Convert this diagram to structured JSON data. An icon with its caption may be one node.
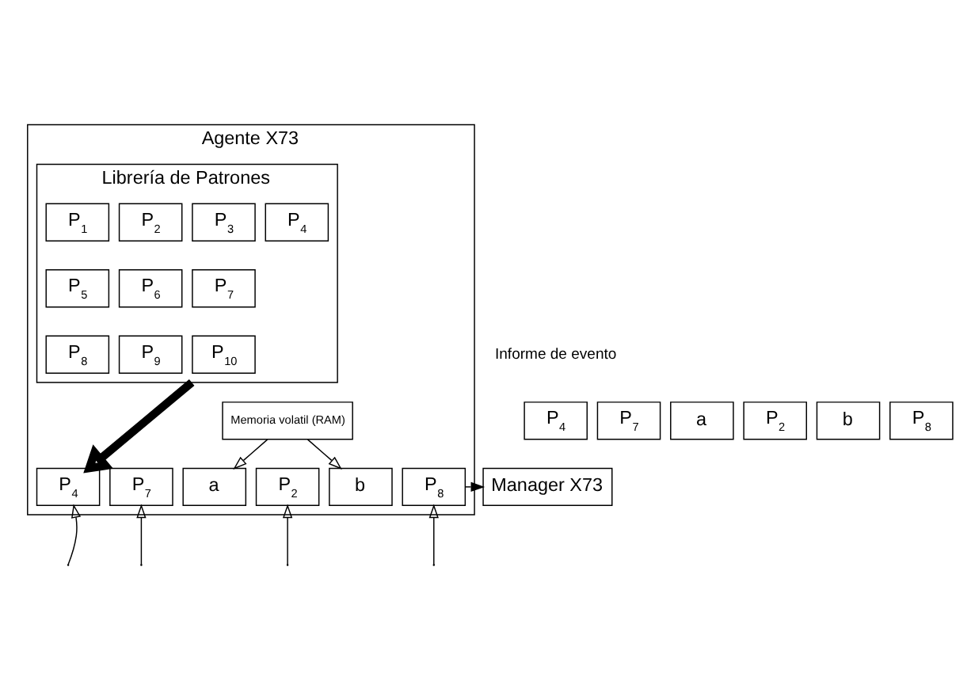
{
  "diagram": {
    "nodes": [
      {
        "text": [
          "Agente X73"
        ]
      },
      {
        "text": [
          "Librería de Patrones"
        ],
        "in": 0
      },
      {
        "text": [
          "P$_{1}$"
        ],
        "in": 1
      },
      {
        "text": [
          "P$_{2}$"
        ],
        "in": 1
      },
      {
        "text": [
          "P$_{3}$"
        ],
        "in": 1
      },
      {
        "text": [
          "P$_{4}$"
        ],
        "in": 1
      },
      {
        "text": [
          "P$_{5}$"
        ],
        "in": 1
      },
      {
        "text": [
          "P$_{6}$"
        ],
        "in": 1
      },
      {
        "text": [
          "P$_{7}$"
        ],
        "in": 1
      },
      {
        "text": [
          "P$_{8}$"
        ],
        "in": 1
      },
      {
        "text": [
          "P$_{9}$"
        ],
        "in": 1
      },
      {
        "text": [
          "P$_{10}$"
        ],
        "in": 1
      },
      {
        "text": [
          "Memoria volatil (RAM)"
        ],
        "in": 0
      },
      {
        "text": [
          "P$_{4}$"
        ],
        "in": 0
      },
      {
        "text": [
          "P$_{7}$"
        ],
        "in": 0
      },
      {
        "text": [
          "a"
        ],
        "in": 0
      },
      {
        "text": [
          "P$_{2}$"
        ],
        "in": 0
      },
      {
        "text": [
          "b"
        ],
        "in": 0
      },
      {
        "text": [
          "P$_{8}$"
        ],
        "in": 0
      },
      {
        "text": [
          "Manager X73"
        ]
      },
      {
        "text": [
          "P$_{4}$"
        ]
      },
      {
        "text": [
          "P$_{7}$"
        ]
      },
      {
        "text": [
          "a"
        ]
      },
      {
        "text": [
          "P$_{2}$"
        ]
      },
      {
        "text": [
          "b"
        ]
      },
      {
        "text": [
          "P$_{8}$"
        ]
      }
    ],
    "edges": [
      {
        "from": 1,
        "to": 13,
        "arrow": "to",
        "style": "thick"
      },
      {
        "from": 12,
        "to": 15,
        "arrow": "to"
      },
      {
        "from": 12,
        "to": 17,
        "arrow": "to"
      },
      {
        "from": null,
        "to": 13,
        "arrow": "to"
      },
      {
        "from": null,
        "to": 14,
        "arrow": "to"
      },
      {
        "from": null,
        "to": 16,
        "arrow": "to"
      },
      {
        "from": null,
        "to": 18,
        "arrow": "to"
      },
      {
        "from": 18,
        "to": 19,
        "arrow": "to"
      }
    ],
    "labels": [
      "Informe de evento"
    ]
  }
}
